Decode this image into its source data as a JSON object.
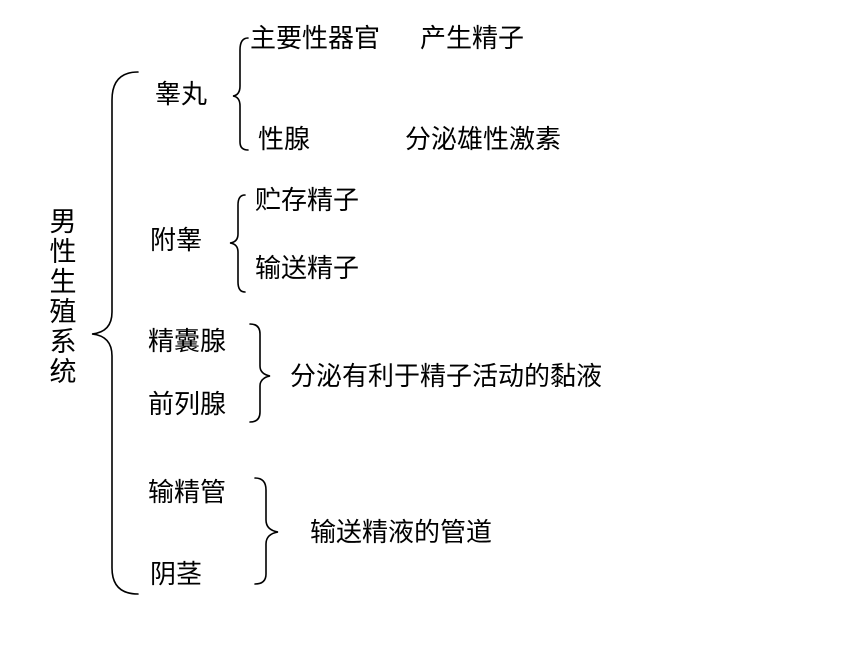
{
  "root": {
    "chars": [
      "男",
      "性",
      "生",
      "殖",
      "系",
      "统"
    ]
  },
  "testis": {
    "label": "睾丸",
    "row1": {
      "left": "主要性器官",
      "right": "产生精子"
    },
    "row2": {
      "left": "性腺",
      "right": "分泌雄性激素"
    }
  },
  "epididymis": {
    "label": "附睾",
    "func1": "贮存精子",
    "func2": "输送精子"
  },
  "glands": {
    "item1": "精囊腺",
    "item2": "前列腺",
    "func": "分泌有利于精子活动的黏液"
  },
  "ducts": {
    "item1": "输精管",
    "item2": "阴茎",
    "func": "输送精液的管道"
  },
  "colors": {
    "text": "#000000",
    "line": "#000000",
    "background": "#ffffff"
  }
}
